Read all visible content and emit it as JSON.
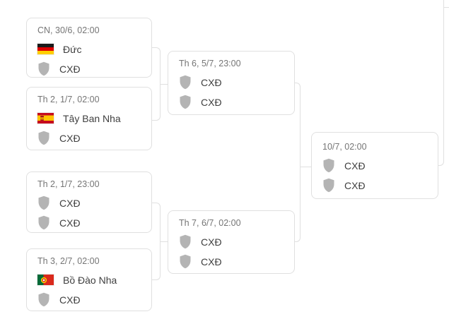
{
  "colors": {
    "background": "#ffffff",
    "card_border": "#e0e0e0",
    "connector": "#e0e0e0",
    "date_text": "#757575",
    "team_text": "#3f3f3f",
    "shield_icon": "#b4b4b4",
    "germany_flag": [
      "#1a1a1a",
      "#dd0000",
      "#ffce00"
    ],
    "spain_flag": [
      "#c60b1e",
      "#ffc400"
    ],
    "portugal_flag": [
      "#046a38",
      "#da291c"
    ]
  },
  "bracket": {
    "placeholder_label": "CXĐ",
    "matches": [
      {
        "round": "round-of-16",
        "datetime": "CN, 30/6, 02:00",
        "home": {
          "name": "Đức",
          "flag": "germany-flag"
        },
        "away": {
          "name": "CXĐ",
          "flag": "placeholder-shield"
        }
      },
      {
        "round": "round-of-16",
        "datetime": "Th 2, 1/7, 02:00",
        "home": {
          "name": "Tây Ban Nha",
          "flag": "spain-flag"
        },
        "away": {
          "name": "CXĐ",
          "flag": "placeholder-shield"
        }
      },
      {
        "round": "round-of-16",
        "datetime": "Th 2, 1/7, 23:00",
        "home": {
          "name": "CXĐ",
          "flag": "placeholder-shield"
        },
        "away": {
          "name": "CXĐ",
          "flag": "placeholder-shield"
        }
      },
      {
        "round": "round-of-16",
        "datetime": "Th 3, 2/7, 02:00",
        "home": {
          "name": "Bồ Đào Nha",
          "flag": "portugal-flag"
        },
        "away": {
          "name": "CXĐ",
          "flag": "placeholder-shield"
        }
      },
      {
        "round": "quarter-final",
        "datetime": "Th 6, 5/7, 23:00",
        "home": {
          "name": "CXĐ",
          "flag": "placeholder-shield"
        },
        "away": {
          "name": "CXĐ",
          "flag": "placeholder-shield"
        }
      },
      {
        "round": "quarter-final",
        "datetime": "Th 7, 6/7, 02:00",
        "home": {
          "name": "CXĐ",
          "flag": "placeholder-shield"
        },
        "away": {
          "name": "CXĐ",
          "flag": "placeholder-shield"
        }
      },
      {
        "round": "semi-final",
        "datetime": "10/7, 02:00",
        "home": {
          "name": "CXĐ",
          "flag": "placeholder-shield"
        },
        "away": {
          "name": "CXĐ",
          "flag": "placeholder-shield"
        }
      }
    ]
  }
}
